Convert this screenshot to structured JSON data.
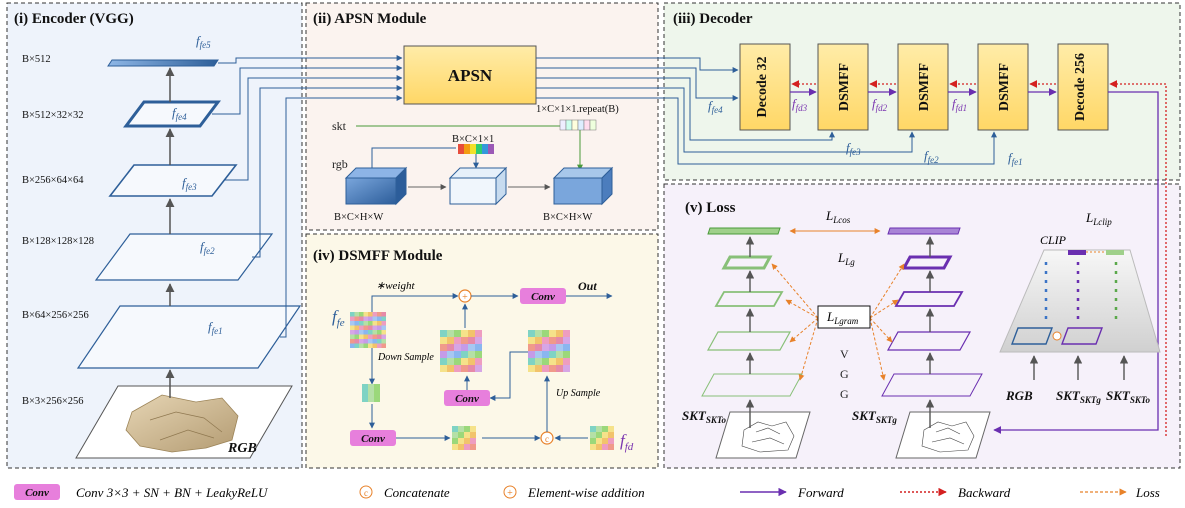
{
  "panels": {
    "encoder": "(i) Encoder (VGG)",
    "apsn": "(ii) APSN Module",
    "decoder": "(iii) Decoder",
    "dsmff": "(iv) DSMFF Module",
    "loss": "(v) Loss"
  },
  "encoder": {
    "dims": [
      "B×512",
      "B×512×32×32",
      "B×256×64×64",
      "B×128×128×128",
      "B×64×256×256",
      "B×3×256×256"
    ],
    "features": [
      "fe5",
      "fe4",
      "fe3",
      "fe2",
      "fe1"
    ],
    "input_label": "RGB"
  },
  "apsn": {
    "block_label": "APSN",
    "skt": "skt",
    "rgb": "rgb",
    "vec_label": "B×C×1×1",
    "repeat_label": "1×C×1×1.repeat(B)",
    "in_dim": "B×C×H×W",
    "out_dim": "B×C×H×W"
  },
  "decoder": {
    "blocks": [
      "Decode 32",
      "DSMFF",
      "DSMFF",
      "DSMFF",
      "Decode 256"
    ],
    "labels": [
      "fe4",
      "fd3",
      "fd2",
      "fd1",
      "fe3",
      "fe2",
      "fe1"
    ]
  },
  "dsmff": {
    "weight": "∗weight",
    "conv": "Conv",
    "out": "Out",
    "fe": "fe",
    "fd": "fd",
    "down_sample": "Down Sample",
    "up_sample": "Up Sample"
  },
  "loss": {
    "lcos": "Lcos",
    "lg": "Lg",
    "lgram": "Lgram",
    "vgg": [
      "V",
      "G",
      "G"
    ],
    "lclip": "Lclip",
    "clip": "CLIP",
    "skt_o": "SKTo",
    "skt_g": "SKTg",
    "clip_inputs": [
      "RGB",
      "SKTg",
      "SKTo"
    ]
  },
  "legend": {
    "conv_tag": "Conv",
    "conv_desc": "Conv 3×3 + SN + BN + LeakyReLU",
    "concat": "Concatenate",
    "add": "Element-wise addition",
    "forward": "Forward",
    "backward": "Backward",
    "loss": "Loss"
  },
  "colors": {
    "encoder_bg": "#eef3fb",
    "apsn_bg": "#fbf3ef",
    "decoder_bg": "#eef6ec",
    "dsmff_bg": "#fcf8e8",
    "loss_bg": "#f6f1fa",
    "block_fill": "#ffe08a",
    "conv_fill": "#e77fdc",
    "blue": "#2e5f99",
    "purple": "#6a2fb0",
    "red": "#d42020",
    "orange": "#e8822a"
  }
}
